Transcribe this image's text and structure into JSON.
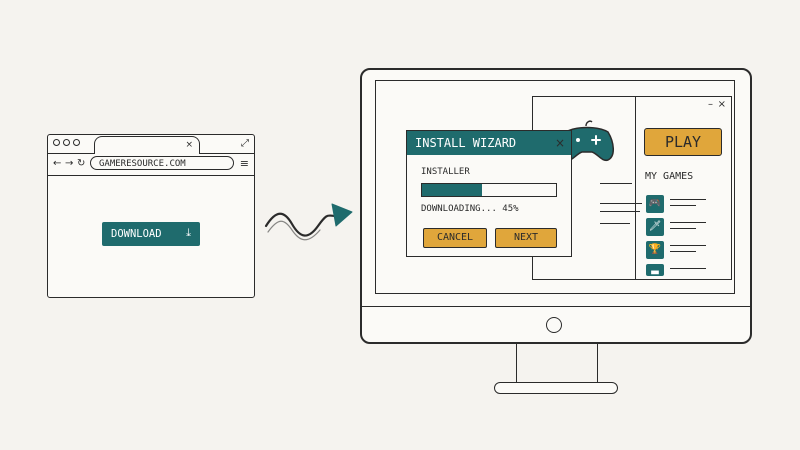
{
  "browser": {
    "tab_close": "×",
    "expand_icon": "⤢",
    "nav_back": "←",
    "nav_forward": "→",
    "nav_reload": "↻",
    "url": "GAMERESOURCE.COM",
    "menu_icon": "≡",
    "download_label": "DOWNLOAD",
    "download_icon_glyph": "⤓"
  },
  "launcher": {
    "minimize": "–",
    "close": "×",
    "play_label": "PLAY",
    "my_games_label": "MY GAMES",
    "game_icons": [
      "🎮",
      "🗡",
      "🏆",
      "▬"
    ]
  },
  "wizard": {
    "title": "INSTALL WIZARD",
    "close": "×",
    "installer_label": "INSTALLER",
    "progress_text": "DOWNLOADING... 45%",
    "progress": 0.45,
    "cancel_label": "CANCEL",
    "next_label": "NEXT"
  },
  "colors": {
    "teal": "#1f6b6d",
    "orange": "#e0a63b",
    "ink": "#2b2b2b",
    "paper": "#f5f3ef"
  }
}
